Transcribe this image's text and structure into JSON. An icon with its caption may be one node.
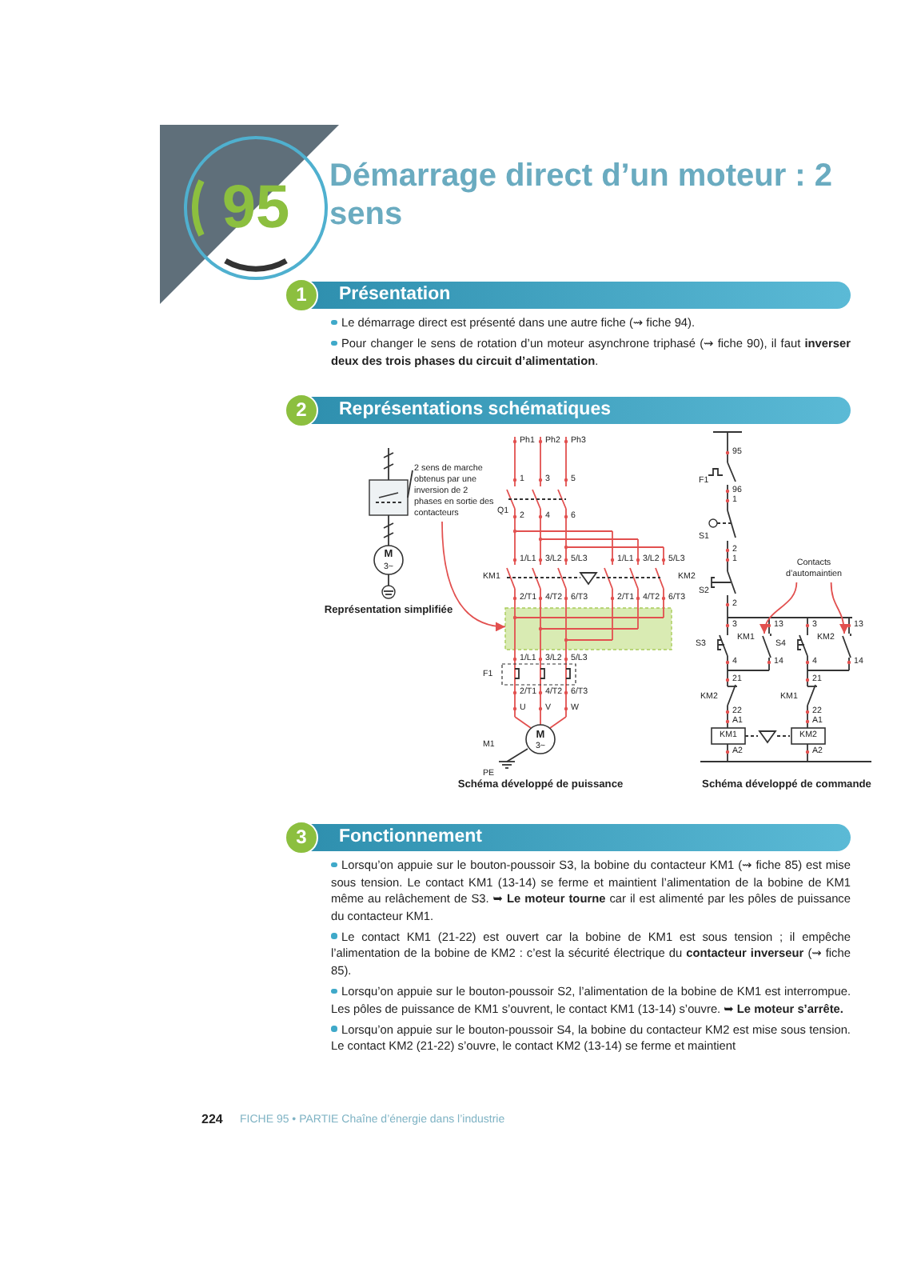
{
  "diagram": {
    "title": "Démarrage direct d’un moteur : 2 sens",
    "nodes": [
      {
        "text": [
          "2 sens de marche obtenus par une inversion de 2 phases en sortie des contacteurs"
        ]
      },
      {
        "text": [],
        "shape": "box"
      },
      {
        "text": [
          "Contacts d’automaintien"
        ]
      },
      {
        "text": [],
        "shape": "picture"
      },
      {
        "text": [],
        "shape": "picture"
      }
    ],
    "edges": [
      {
        "from": 0,
        "to": 1,
        "arrow": "to"
      },
      {
        "from": 2,
        "to": 3,
        "arrow": "to"
      },
      {
        "from": 2,
        "to": 4,
        "arrow": "to"
      }
    ],
    "labels": [
      "95",
      "1",
      "Présentation",
      "Le démarrage direct est présenté dans une autre fiche (⇝ fiche 94).",
      "Pour changer le sens de rotation d’un moteur asynchrone triphasé (⇝ fiche 90), il faut **inverser deux des trois phases du circuit d’alimentation**.",
      "2",
      "Représentations schématiques",
      "M",
      "3~",
      "Représentation simplifiée",
      "Ph1",
      "Ph2",
      "Ph3",
      "1",
      "3",
      "5",
      "Q1",
      "2",
      "4",
      "6",
      "1/L1",
      "3/L2",
      "5/L3",
      "KM1",
      "1/L1",
      "3/L2",
      "5/L3",
      "KM2",
      "2/T1",
      "4/T2",
      "6/T3",
      "2/T1",
      "4/T2",
      "6/T3",
      "1/L1",
      "3/L2",
      "5/L3",
      "F1",
      "2/T1",
      "4/T2",
      "6/T3",
      "U",
      "V",
      "W",
      "M1",
      "M",
      "3~",
      "PE",
      "Schéma développé de puissance",
      "95",
      "F1",
      "96",
      "1",
      "S1",
      "2",
      "1",
      "S2",
      "2",
      "3",
      "13",
      "3",
      "13",
      "S3",
      "KM1",
      "S4",
      "KM2",
      "4",
      "14",
      "4",
      "14",
      "21",
      "21",
      "KM2",
      "KM1",
      "22",
      "22",
      "A1",
      "A1",
      "KM1",
      "KM2",
      "A2",
      "A2",
      "Schéma développé de commande",
      "3",
      "Fonctionnement",
      "Lorsqu’on appuie sur le bouton-poussoir S3, la bobine du contacteur KM1 (⇝ fiche 85) est mise sous tension. Le contact KM1 (13-14) se ferme et maintient l’alimentation de la bobine de KM1 même au relâchement de S3. ➥ **Le moteur tourne** car il est alimenté par les pôles de puissance du contacteur KM1.",
      "Le contact KM1 (21-22) est ouvert car la bobine de KM1 est sous tension ; il empêche l’alimentation de la bobine de KM2 : c’est la sécurité électrique du **contacteur inverseur** (⇝ fiche 85).",
      "Lorsqu’on appuie sur le bouton-poussoir S2, l’alimentation de la bobine de KM1 est interrompue. Les pôles de puissance de KM1 s’ouvrent, le contact KM1 (13-14) s’ouvre. ➥ **Le moteur s’arrête.**",
      "Lorsqu’on appuie sur le bouton-poussoir S4, la bobine du contacteur KM2 est mise sous tension. Le contact KM2 (21-22) s’ouvre, le contact KM2 (13-14) se ferme et maintient",
      "224",
      "FICHE 95 • PARTIE Chaîne d’énergie dans l’industrie"
    ]
  }
}
